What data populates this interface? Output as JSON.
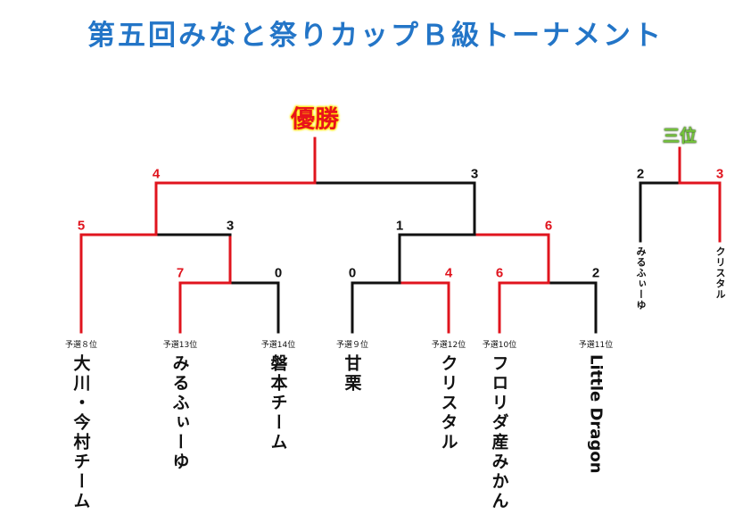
{
  "title": "第五回みなと祭りカップＢ級トーナメント",
  "champion_label": "優勝",
  "third_place_label": "三位",
  "colors": {
    "title": "#2375c7",
    "winner_line": "#e0141e",
    "loser_line": "#111111",
    "champion": "#e8131c",
    "third": "#74c43a"
  },
  "teams": [
    {
      "seed": "予選８位",
      "name": "大川・今村チーム"
    },
    {
      "seed": "予選13位",
      "name": "みるふぃーゆ"
    },
    {
      "seed": "予選14位",
      "name": "磐本チーム"
    },
    {
      "seed": "予選９位",
      "name": "甘栗"
    },
    {
      "seed": "予選12位",
      "name": "クリスタル"
    },
    {
      "seed": "予選10位",
      "name": "フロリダ産みかん"
    },
    {
      "seed": "予選11位",
      "name": "Little Dragon"
    }
  ],
  "round1": [
    {
      "left": "7",
      "right": "0"
    },
    {
      "left": "0",
      "right": "4"
    },
    {
      "left": "6",
      "right": "2"
    }
  ],
  "round2": [
    {
      "left": "5",
      "right": "3"
    },
    {
      "left": "1",
      "right": "6"
    }
  ],
  "final": {
    "left": "4",
    "right": "3"
  },
  "third_place": {
    "left_team": "みるふぃーゆ",
    "left_score": "2",
    "right_team": "クリスタル",
    "right_score": "3"
  }
}
